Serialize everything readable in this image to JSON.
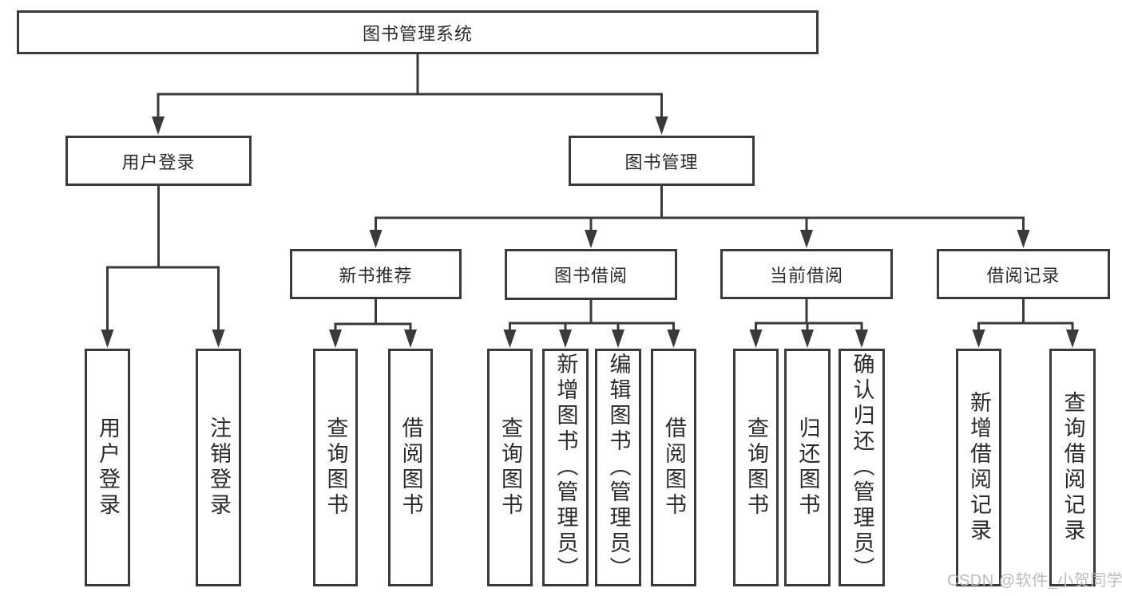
{
  "diagram": {
    "root": {
      "label": "图书管理系统"
    },
    "level2": {
      "user": {
        "label": "用户登录"
      },
      "book": {
        "label": "图书管理"
      }
    },
    "userChildren": [
      {
        "label": "用户登录"
      },
      {
        "label": "注销登录"
      }
    ],
    "modules": [
      {
        "label": "新书推荐",
        "children": [
          {
            "label": "查询图书"
          },
          {
            "label": "借阅图书"
          }
        ]
      },
      {
        "label": "图书借阅",
        "children": [
          {
            "label": "查询图书"
          },
          {
            "label": "新增图书（管理员）"
          },
          {
            "label": "编辑图书（管理员）"
          },
          {
            "label": "借阅图书"
          }
        ]
      },
      {
        "label": "当前借阅",
        "children": [
          {
            "label": "查询图书"
          },
          {
            "label": "归还图书"
          },
          {
            "label": "确认归还（管理员）"
          }
        ]
      },
      {
        "label": "借阅记录",
        "children": [
          {
            "label": "新增借阅记录"
          },
          {
            "label": "查询借阅记录"
          }
        ]
      }
    ]
  },
  "watermark": {
    "text": "CSDN @软件_小贺同学"
  },
  "colors": {
    "line": "#3a3a3a",
    "text": "#2b2b2b",
    "watermark": "#bdbdbd",
    "background": "#ffffff"
  }
}
